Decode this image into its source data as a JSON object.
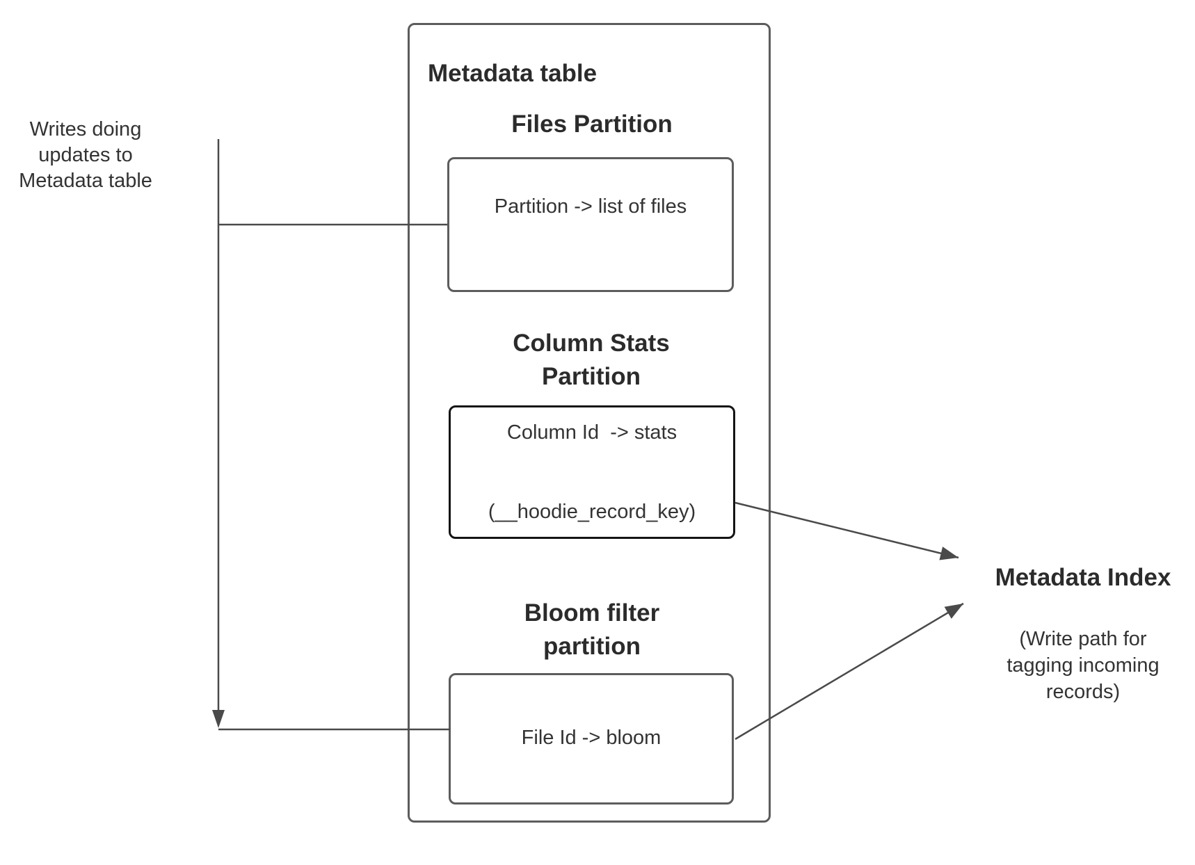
{
  "colors": {
    "background": "#ffffff",
    "line": "#4a4a4a",
    "box_border": "#5c5c5c",
    "stats_box_border": "#141414",
    "text": "#333333",
    "heading_text": "#2b2b2b"
  },
  "left_note": {
    "lines": [
      "Writes doing",
      "updates to",
      "Metadata table"
    ]
  },
  "metadata_table": {
    "title": "Metadata table",
    "sections": [
      {
        "heading_lines": [
          "Files Partition"
        ],
        "box_lines": [
          "Partition -> list of files"
        ]
      },
      {
        "heading_lines": [
          "Column Stats",
          "Partition"
        ],
        "box_lines": [
          "Column Id  -> stats",
          "(__hoodie_record_key)"
        ]
      },
      {
        "heading_lines": [
          "Bloom filter",
          "partition"
        ],
        "box_lines": [
          "File Id -> bloom"
        ]
      }
    ]
  },
  "metadata_index": {
    "title": "Metadata Index",
    "subtitle_lines": [
      "(Write path for",
      "tagging incoming",
      "records)"
    ]
  }
}
